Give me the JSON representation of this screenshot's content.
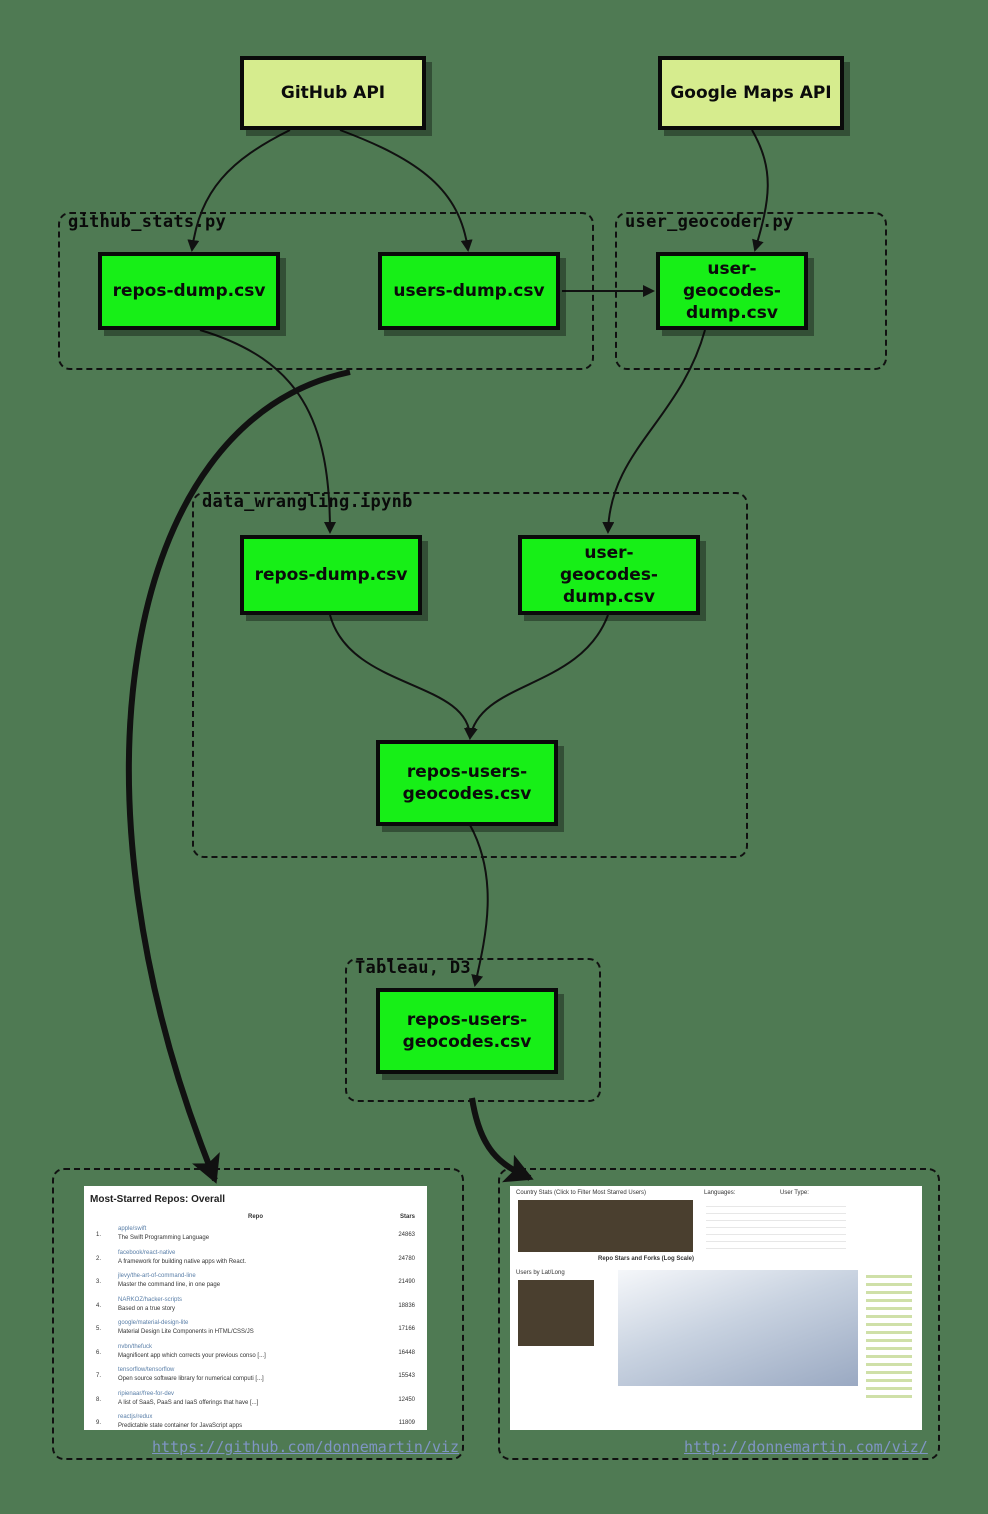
{
  "groups": {
    "github_stats": "github_stats.py",
    "user_geocoder": "user_geocoder.py",
    "data_wrangling": "data_wrangling.ipynb",
    "tableau_d3": "Tableau, D3"
  },
  "nodes": {
    "github_api": "GitHub API",
    "google_maps_api": "Google Maps API",
    "repos_dump_1": "repos-dump.csv",
    "users_dump": "users-dump.csv",
    "user_geocodes_1": "user-geocodes-dump.csv",
    "repos_dump_2": "repos-dump.csv",
    "user_geocodes_2": "user-geocodes-dump.csv",
    "repos_users_geocodes_1": "repos-users-geocodes.csv",
    "repos_users_geocodes_2": "repos-users-geocodes.csv"
  },
  "left_shot": {
    "title": "Most-Starred Repos: Overall",
    "col_repo": "Repo",
    "col_stars": "Stars",
    "rows": [
      {
        "n": "1.",
        "repo": "apple/swift",
        "desc": "The Swift Programming Language",
        "stars": "24863"
      },
      {
        "n": "2.",
        "repo": "facebook/react-native",
        "desc": "A framework for building native apps with React.",
        "stars": "24780"
      },
      {
        "n": "3.",
        "repo": "jlevy/the-art-of-command-line",
        "desc": "Master the command line, in one page",
        "stars": "21490"
      },
      {
        "n": "4.",
        "repo": "NARKOZ/hacker-scripts",
        "desc": "Based on a true story",
        "stars": "18836"
      },
      {
        "n": "5.",
        "repo": "google/material-design-lite",
        "desc": "Material Design Lite Components in HTML/CSS/JS",
        "stars": "17166"
      },
      {
        "n": "6.",
        "repo": "nvbn/thefuck",
        "desc": "Magnificent app which corrects your previous conso [...]",
        "stars": "16448"
      },
      {
        "n": "7.",
        "repo": "tensorflow/tensorflow",
        "desc": "Open source software library for numerical computi [...]",
        "stars": "15543"
      },
      {
        "n": "8.",
        "repo": "ripienaar/free-for-dev",
        "desc": "A list of SaaS, PaaS and IaaS offerings that have [...]",
        "stars": "12450"
      },
      {
        "n": "9.",
        "repo": "reactjs/redux",
        "desc": "Predictable state container for JavaScript apps",
        "stars": "11809"
      }
    ]
  },
  "right_shot": {
    "country_title": "Country Stats (Click to Filter Most Starred Users)",
    "users_title": "Users by Lat/Long",
    "scatter_title": "Repo Stars and Forks (Log Scale)",
    "languages_label": "Languages:",
    "user_type_label": "User Type:"
  },
  "urls": {
    "left": "https://github.com/donnemartin/viz",
    "right": "http://donnemartin.com/viz/"
  },
  "colors": {
    "background": "#4f7a53",
    "api_fill": "#d6ec8e",
    "csv_fill": "#17ef17",
    "link": "#7f95c4"
  }
}
